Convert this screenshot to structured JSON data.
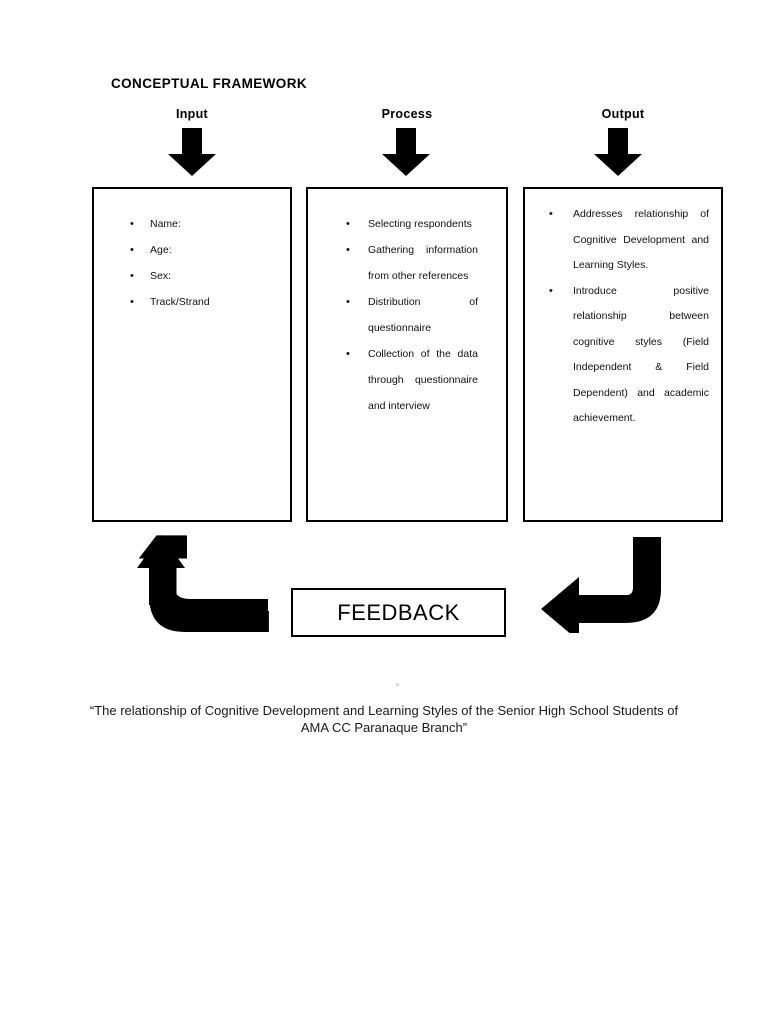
{
  "document": {
    "title": "CONCEPTUAL FRAMEWORK",
    "stray_mark": "“",
    "caption": "“The relationship of Cognitive Development and Learning Styles of the Senior High School Students of AMA CC Paranaque Branch”"
  },
  "colors": {
    "ink": "#000000",
    "text": "#111111",
    "background": "#ffffff",
    "stray_mark": "#8a8a8a"
  },
  "columns": [
    {
      "header": "Input",
      "arrow_icon": "down-arrow-icon",
      "items": [
        "Name:",
        "Age:",
        "Sex:",
        "Track/Strand"
      ]
    },
    {
      "header": "Process",
      "arrow_icon": "down-arrow-icon",
      "items": [
        "Selecting respondents",
        "Gathering information from other references",
        "Distribution of questionnaire",
        "Collection of the data through questionnaire and interview"
      ]
    },
    {
      "header": "Output",
      "arrow_icon": "down-arrow-icon",
      "items": [
        "Addresses relationship of Cognitive Development and Learning Styles.",
        "Introduce positive relationship between cognitive styles (Field Independent & Field Dependent) and academic achievement."
      ]
    }
  ],
  "feedback": {
    "label": "FEEDBACK",
    "left_arrow_icon": "elbow-arrow-up-icon",
    "right_arrow_icon": "elbow-arrow-left-icon"
  }
}
